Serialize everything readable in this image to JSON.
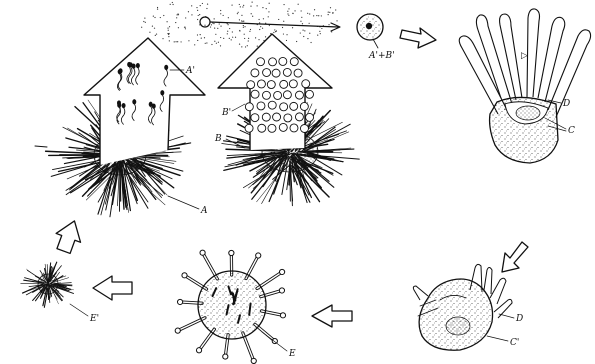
{
  "labels": {
    "sperm_group": "A'",
    "egg_group": "B'",
    "zygote": "A'+B'",
    "adult_a": "A",
    "adult_b": "B",
    "larva_arm": "D",
    "larva_rod": "C",
    "late_larva_arm": "D",
    "late_larva_rod": "C'",
    "juvenile": "E",
    "young_urchin": "E'"
  }
}
